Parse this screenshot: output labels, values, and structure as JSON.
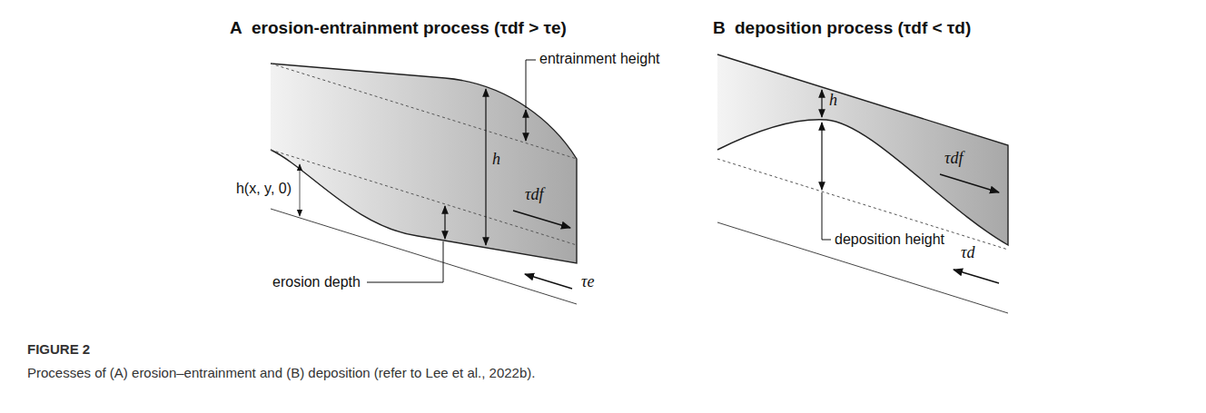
{
  "diagram": {
    "caption": "Processes of (A) erosion–entrainment and (B) deposition (refer to Lee et al., 2022b).",
    "labels": [
      "A",
      "erosion-entrainment process (τdf > τe)",
      "B",
      "deposition process (τdf < τd)",
      "entrainment height",
      "h",
      "h(x, y, 0)",
      "erosion depth",
      "τdf",
      "τe",
      "h",
      "deposition height",
      "τdf",
      "τd",
      "FIGURE 2"
    ]
  }
}
